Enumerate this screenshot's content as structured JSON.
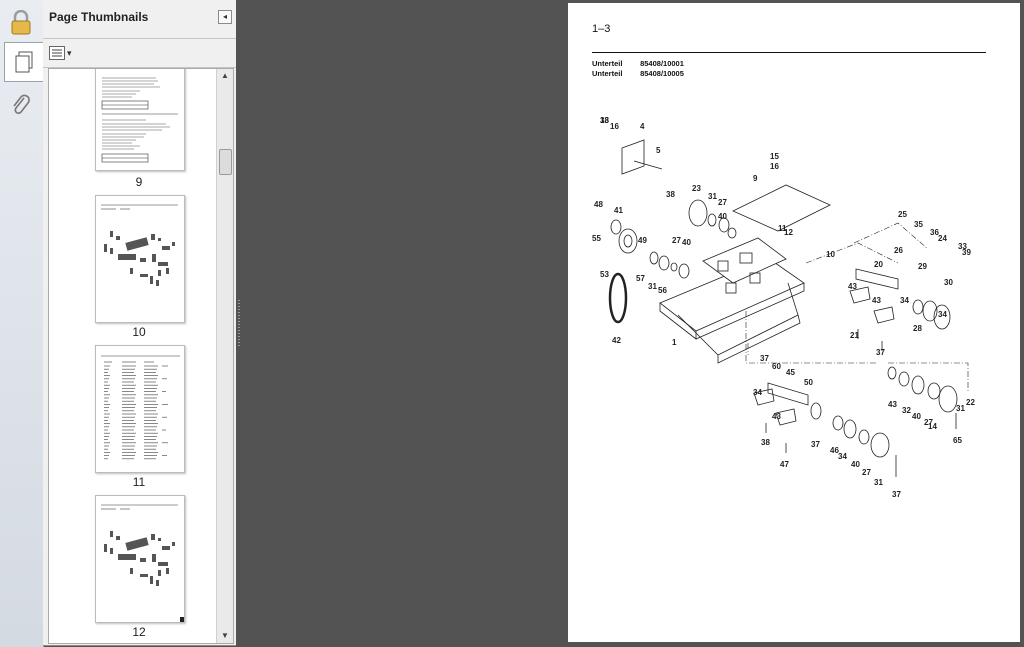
{
  "sidebar": {
    "icons": [
      "lock-icon",
      "pages-icon",
      "paperclip-icon"
    ]
  },
  "panel": {
    "title": "Page Thumbnails",
    "collapse_glyph": "◂",
    "options_glyph": "▾"
  },
  "thumbnails": [
    {
      "label": "9"
    },
    {
      "label": "10"
    },
    {
      "label": "11"
    },
    {
      "label": "12"
    }
  ],
  "scrollbar": {
    "up": "▲",
    "down": "▼"
  },
  "document": {
    "page_number": "1–3",
    "parts": [
      {
        "label": "Unterteil",
        "number": "85408/10001"
      },
      {
        "label": "Unterteil",
        "number": "85408/10005"
      }
    ],
    "callouts": [
      "13",
      "16",
      "4",
      "5",
      "15",
      "16",
      "9",
      "23",
      "38",
      "31",
      "27",
      "40",
      "48",
      "41",
      "55",
      "49",
      "27",
      "40",
      "11",
      "12",
      "25",
      "35",
      "36",
      "24",
      "33",
      "39",
      "26",
      "29",
      "30",
      "10",
      "53",
      "57",
      "31",
      "56",
      "20",
      "43",
      "43",
      "34",
      "42",
      "1",
      "28",
      "34",
      "21",
      "37",
      "37",
      "60",
      "45",
      "50",
      "34",
      "43",
      "43",
      "32",
      "40",
      "27",
      "31",
      "14",
      "22",
      "65",
      "38",
      "37",
      "46",
      "34",
      "40",
      "27",
      "31",
      "47",
      "37",
      "38"
    ]
  }
}
